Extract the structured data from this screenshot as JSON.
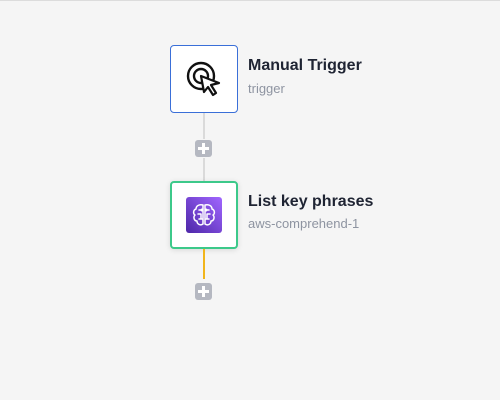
{
  "workflow": {
    "nodes": [
      {
        "title": "Manual Trigger",
        "subtitle": "trigger",
        "icon": "cursor-click-icon",
        "border_color": "#3a6fd8"
      },
      {
        "title": "List key phrases",
        "subtitle": "aws-comprehend-1",
        "icon": "aws-comprehend-brain-icon",
        "border_color": "#3cc98a",
        "icon_background": "#7b3ff2"
      }
    ],
    "connector_colors": {
      "default": "#dadada",
      "active": "#f1b51c"
    },
    "add_step_icon": "plus-icon"
  }
}
